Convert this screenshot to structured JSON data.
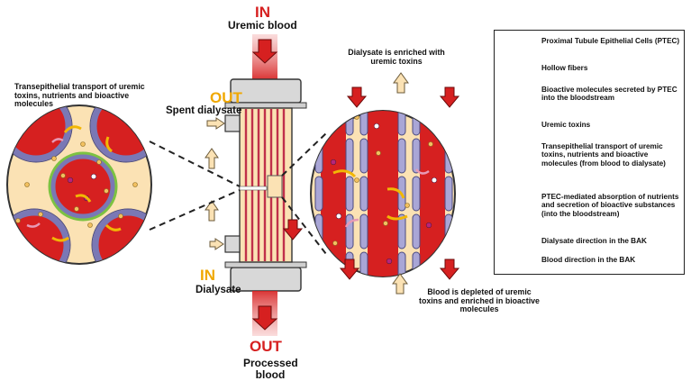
{
  "top_in": "IN",
  "uremic_blood": "Uremic blood",
  "left_out": "OUT",
  "spent_dialysate": "Spent dialysate",
  "left_in": "IN",
  "dialysate": "Dialysate",
  "bottom_out": "OUT",
  "processed_blood": "Processed blood",
  "left_transport_note": "Transepithelial transport of uremic toxins, nutrients and bioactive molecules",
  "top_right_note": "Dialysate is enriched with uremic toxins",
  "bottom_right_note": "Blood is depleted of uremic toxins and enriched in bioactive molecules",
  "legend": [
    {
      "icon": "ptec-cell-icon",
      "text": "Proximal Tubule Epithelial Cells (PTEC)"
    },
    {
      "icon": "hollow-fiber-icon",
      "text": "Hollow fibers"
    },
    {
      "icon": "bioactive-molecules-icon",
      "text": "Bioactive molecules secreted by PTEC into the bloodstream"
    },
    {
      "icon": "uremic-toxins-icon",
      "text": "Uremic toxins"
    },
    {
      "icon": "yellow-transport-arrow-icon",
      "text": "Transepithelial transport of uremic toxins, nutrients and bioactive molecules (from blood to dialysate)"
    },
    {
      "icon": "pink-absorption-arrow-icon",
      "text": "PTEC-mediated absorption of nutrients and secretion of bioactive substances (into the bloodstream)"
    },
    {
      "icon": "dialysate-direction-arrow-icon",
      "text": "Dialysate direction in the BAK"
    },
    {
      "icon": "blood-direction-arrow-icon",
      "text": "Blood direction in the BAK"
    }
  ],
  "colors": {
    "blood_red": "#d62020",
    "dialysate_cream": "#fbe2b4",
    "ptec_lavender": "#a9a6d6",
    "fiber_green": "#7cc242",
    "transport_yellow": "#f2b705",
    "absorption_pink": "#e79ab5",
    "label_orange": "#f0a800"
  }
}
